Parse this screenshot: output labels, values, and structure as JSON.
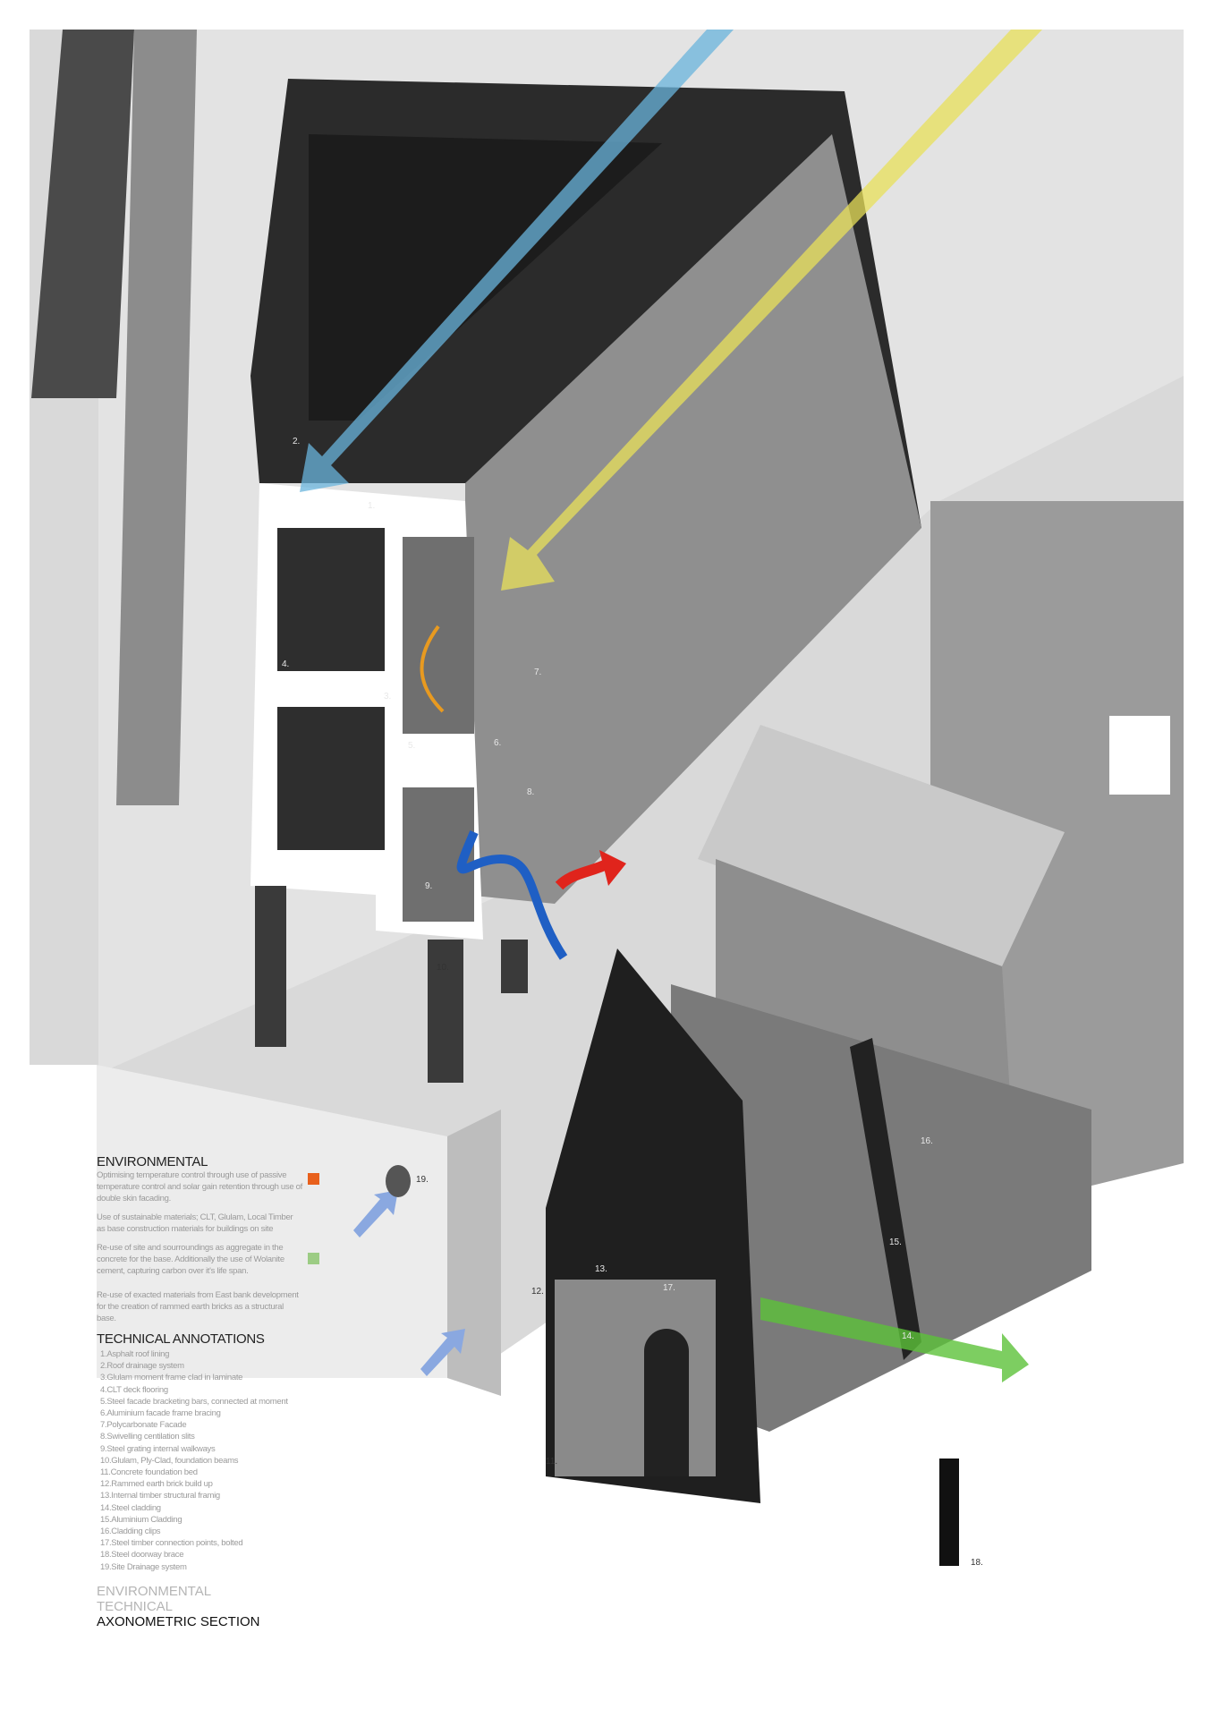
{
  "environmental": {
    "heading": "ENVIRONMENTAL",
    "items": [
      {
        "text": "Optimising temperature control through use of passive temperature control and solar gain retention through use of double skin facading.",
        "marker_color": "#e8601c"
      },
      {
        "text": "Use of sustainable materials; CLT, Glulam, Local Timber as base construction materials for buildings on site"
      },
      {
        "text": "Re-use of site and sourroundings as aggregate in the concrete for the base. Additionally the use of Wolanite cement, capturing carbon over it's life span.",
        "marker_color": "#9ccc84"
      },
      {
        "text": "Re-use of exacted materials from East bank development for the creation of rammed earth bricks as a structural base."
      }
    ]
  },
  "technical": {
    "heading": "TECHNICAL ANNOTATIONS",
    "items": [
      "1.Asphalt roof lining",
      "2.Roof drainage system",
      "3.Glulam moment frame clad in laminate",
      "4.CLT deck flooring",
      "5.Steel facade bracketing bars, connected at moment",
      "6.Aluminium facade frame bracing",
      "7.Polycarbonate Facade",
      "8.Swivelling centilation slits",
      "9.Steel grating internal walkways",
      "10.Glulam, Ply-Clad, foundation beams",
      "11.Concrete foundation bed",
      "12.Rammed earth brick build up",
      "13.Internal timber structural framig",
      "14.Steel cladding",
      "15.Aluminium Cladding",
      "16.Cladding clips",
      "17.Steel timber connection points, bolted",
      "18.Steel doorway brace",
      "19.Site Drainage system"
    ]
  },
  "title": {
    "line1": "ENVIRONMENTAL",
    "line2": "TECHNICAL",
    "line3": "AXONOMETRIC SECTION"
  },
  "callouts": [
    "1.",
    "2.",
    "3.",
    "4.",
    "5.",
    "6.",
    "7.",
    "8.",
    "9.",
    "10.",
    "11.",
    "12.",
    "13.",
    "14.",
    "15.",
    "16.",
    "17.",
    "18.",
    "19."
  ],
  "arrow_colors": {
    "sun": "#e8e05a",
    "rain": "#6ab4dc",
    "air_in": "#1f5fc4",
    "air_out": "#e0241c",
    "flow": "#5cc23a",
    "warm": "#e89a20",
    "drainage": "#8aa8e0"
  }
}
